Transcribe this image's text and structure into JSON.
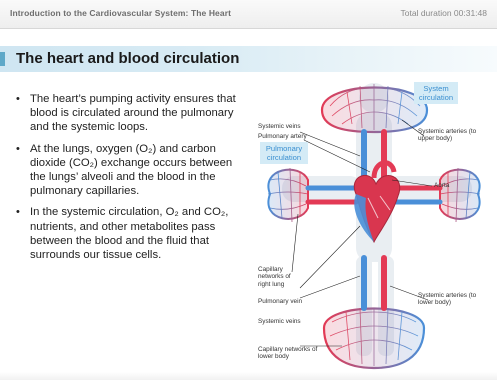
{
  "header": {
    "course_title": "Introduction to the Cardiovascular System: The Heart",
    "duration": "Total duration 00:31:48"
  },
  "slide": {
    "title": "The heart and blood circulation",
    "bullets": [
      "The heart’s pumping activity ensures that blood is circulated around the pulmonary and the systemic loops.",
      "At the lungs, oxygen (O₂) and carbon dioxide (CO₂) exchange occurs between the lungs’ alveoli and the blood in the pulmonary capillaries.",
      "In the systemic circulation, O₂ and CO₂, nutrients, and other metabolites pass between the blood and the fluid that surrounds our tissue cells."
    ]
  },
  "diagram": {
    "labels": {
      "system_circulation": "System circulation",
      "pulmonary_circulation": "Pulmonary circulation",
      "systemic_veins_top": "Systemic veins",
      "pulmonary_artery": "Pulmonary artery",
      "systemic_arteries_upper": "Systemic arteries (to upper body)",
      "aorta": "Aorta",
      "capillary_networks_right_lung": "Capillary networks of right lung",
      "pulmonary_vein": "Pulmonary vein",
      "systemic_veins_bottom": "Systemic veins",
      "systemic_arteries_lower": "Systemic arteries (to lower body)",
      "capillary_networks_lower_body": "Capillary networks of lower body"
    },
    "colors": {
      "oxygenated": "#e33a55",
      "deoxygenated": "#4a8fd8",
      "label_box_bg": "#d4ebf6",
      "heading_bg": "#cfe6f2"
    }
  }
}
